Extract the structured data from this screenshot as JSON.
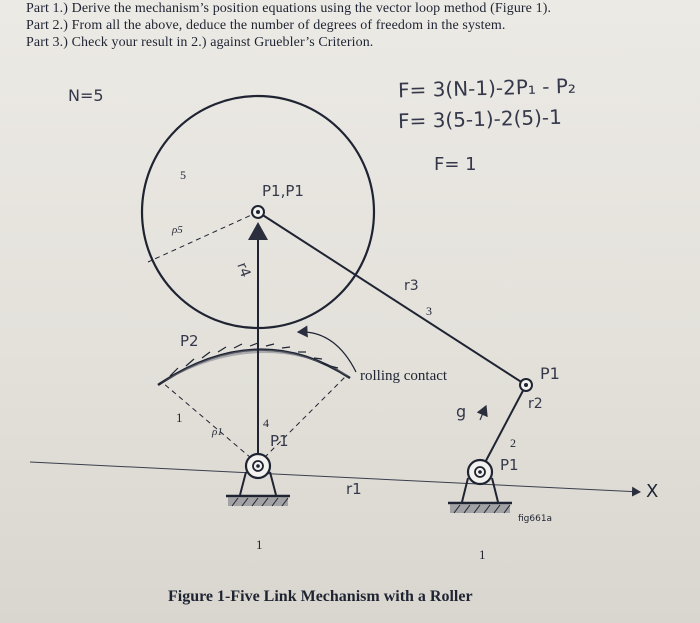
{
  "instructions": {
    "part1": "Part 1.) Derive the mechanism’s position equations using the vector loop method (Figure 1).",
    "part2": "Part 2.) From all the above, deduce the number of degrees of freedom in the system.",
    "part3": "Part 3.) Check your result in 2.) against Gruebler’s Criterion."
  },
  "handwritten": {
    "n_value": "N=5",
    "equation_general": "F= 3(N-1)-2P₁ - P₂",
    "equation_substituted": "F= 3(5-1)-2(5)-1",
    "result": "F= 1",
    "joint_label_top": "P1,P1",
    "p2_label": "P2",
    "r4_label": "r4",
    "r3_label": "r3",
    "p1_right": "P1",
    "r2_label": "r2",
    "g_label": "g",
    "p1_left_pin": "P1",
    "p1_right_pin": "P1",
    "r1_label": "r1"
  },
  "figure": {
    "link_5": "5",
    "rho5": "ρ5",
    "link_3": "3",
    "rolling_contact": "rolling contact",
    "link_1_left": "1",
    "rho1": "ρ1",
    "link_4": "4",
    "link_2": "2",
    "x_axis": "X",
    "fig_id": "fig661a",
    "ground_left": "1",
    "ground_right": "1",
    "caption": "Figure 1-Five Link Mechanism with a Roller"
  }
}
